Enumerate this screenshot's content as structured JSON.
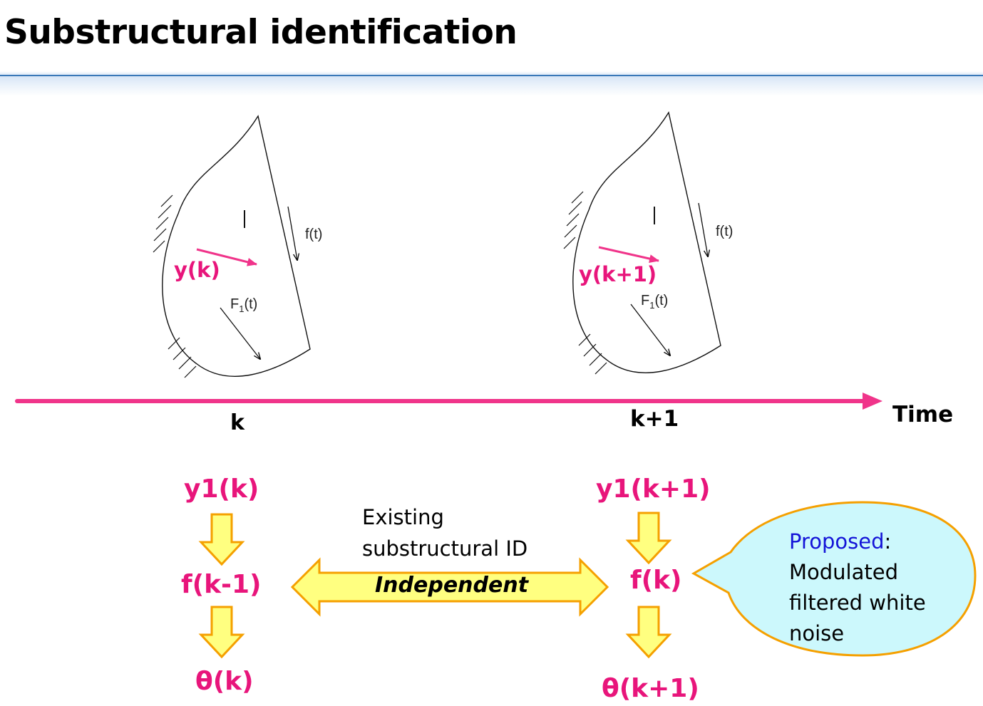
{
  "title": "Substructural identification",
  "structures": [
    {
      "region_label": "I",
      "force_label": "f(t)",
      "load_label": "F",
      "load_sub": "1",
      "load_suffix": "(t)",
      "response_label": "y(k)"
    },
    {
      "region_label": "I",
      "force_label": "f(t)",
      "load_label": "F",
      "load_sub": "1",
      "load_suffix": "(t)",
      "response_label": "y(k+1)"
    }
  ],
  "timeline": {
    "tick_k": "k",
    "tick_k1": "k+1",
    "axis_label": "Time"
  },
  "left_column": [
    "y1(k)",
    "f(k-1)",
    "θ(k)"
  ],
  "right_column": [
    "y1(k+1)",
    "f(k)",
    "θ(k+1)"
  ],
  "existing_label": [
    "Existing",
    "substructural ID"
  ],
  "independent_label": "Independent",
  "callout": {
    "highlight": "Proposed",
    "highlight_suffix": ":",
    "lines": [
      "Modulated",
      "filtered white",
      "noise"
    ]
  },
  "colors": {
    "accent": "#e8157b",
    "timeline": "#f0348a",
    "arrow_fill": "#ffff80",
    "arrow_stroke": "#f5a000",
    "callout_fill": "#ccf8fc",
    "title_rule": "#3a78b8"
  }
}
